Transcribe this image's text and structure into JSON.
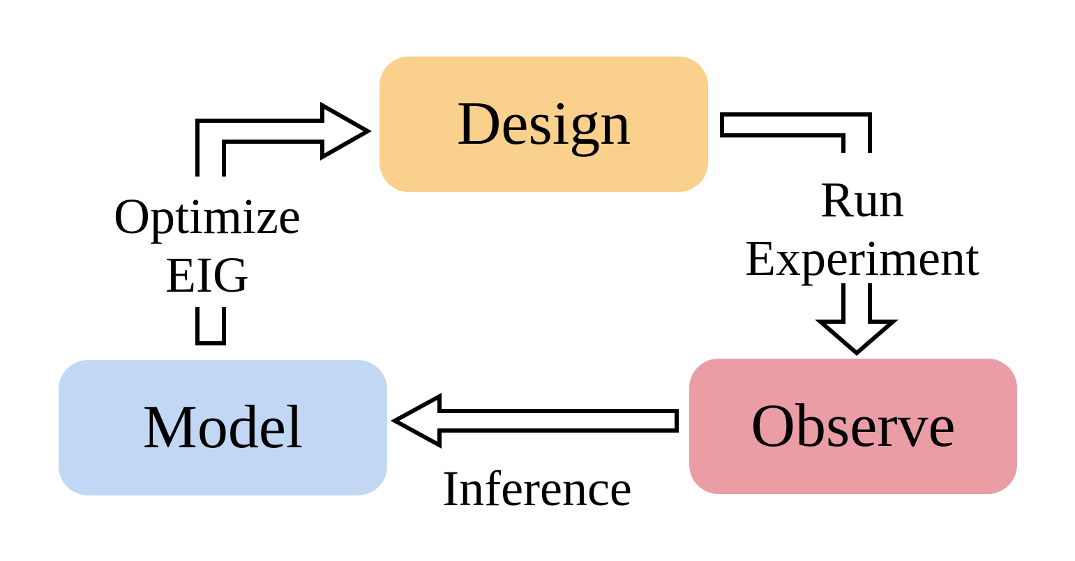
{
  "nodes": {
    "design": {
      "label": "Design",
      "fill": "#f9d08c"
    },
    "observe": {
      "label": "Observe",
      "fill": "#eb9da5"
    },
    "model": {
      "label": "Model",
      "fill": "#c1d7f3"
    }
  },
  "edges": {
    "optimize": {
      "label_line1": "Optimize",
      "label_line2": "EIG",
      "from": "model",
      "to": "design"
    },
    "run": {
      "label_line1": "Run",
      "label_line2": "Experiment",
      "from": "design",
      "to": "observe"
    },
    "inference": {
      "label": "Inference",
      "from": "observe",
      "to": "model"
    }
  },
  "style": {
    "arrow_stroke": "#000000",
    "arrow_fill": "#ffffff"
  }
}
